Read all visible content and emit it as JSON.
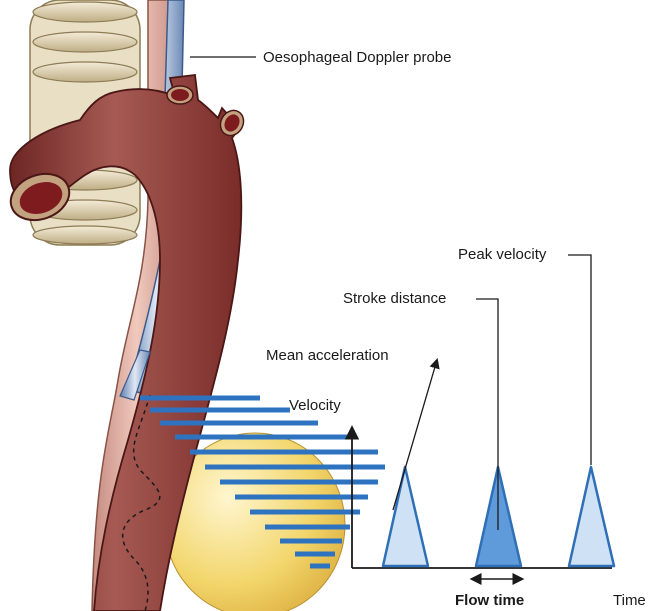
{
  "labels": {
    "probe": "Oesophageal Doppler probe",
    "peak_velocity": "Peak velocity",
    "stroke_distance": "Stroke distance",
    "mean_acceleration": "Mean acceleration",
    "velocity": "Velocity",
    "flow_time": "Flow time",
    "time": "Time"
  },
  "colors": {
    "aorta": "#8e3a36",
    "aorta_dark": "#5a1e1d",
    "probe_blue": "#8fa9cf",
    "trachea": "#d9ccae",
    "heart": "#f0cf5c",
    "waveform_line": "#2f6fb6",
    "waveform_fill_light": "#cfe1f5",
    "waveform_fill_dark": "#5f9bdb",
    "beam": "#2e73bf"
  }
}
